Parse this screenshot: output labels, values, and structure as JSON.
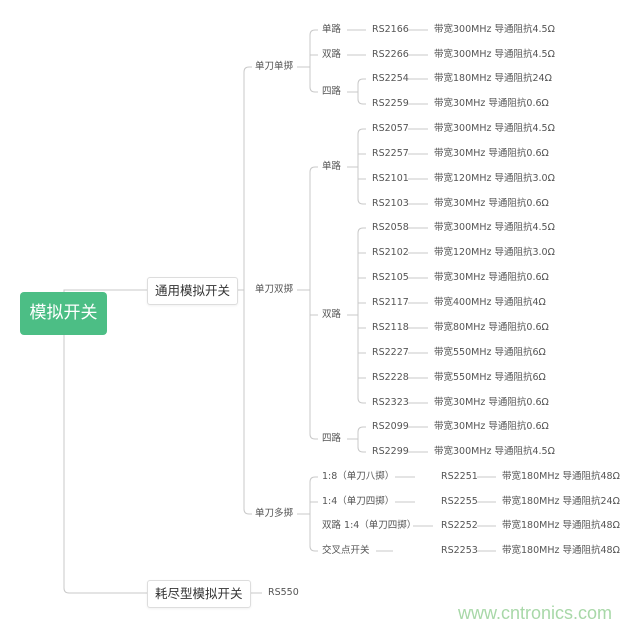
{
  "root": {
    "label": "模拟开关",
    "color": "#4cbe85"
  },
  "branches": [
    {
      "label": "通用模拟开关",
      "groups": [
        {
          "label": "单刀单掷",
          "subgroups": [
            {
              "label": "单路",
              "items": [
                {
                  "part": "RS2166",
                  "spec": "带宽300MHz 导通阻抗4.5Ω"
                }
              ]
            },
            {
              "label": "双路",
              "items": [
                {
                  "part": "RS2266",
                  "spec": "带宽300MHz 导通阻抗4.5Ω"
                }
              ]
            },
            {
              "label": "四路",
              "items": [
                {
                  "part": "RS2254",
                  "spec": "带宽180MHz 导通阻抗24Ω"
                },
                {
                  "part": "RS2259",
                  "spec": "带宽30MHz 导通阻抗0.6Ω"
                }
              ]
            }
          ]
        },
        {
          "label": "单刀双掷",
          "subgroups": [
            {
              "label": "单路",
              "items": [
                {
                  "part": "RS2057",
                  "spec": "带宽300MHz 导通阻抗4.5Ω"
                },
                {
                  "part": "RS2257",
                  "spec": "带宽30MHz 导通阻抗0.6Ω"
                },
                {
                  "part": "RS2101",
                  "spec": "带宽120MHz 导通阻抗3.0Ω"
                },
                {
                  "part": "RS2103",
                  "spec": "带宽30MHz 导通阻抗0.6Ω"
                }
              ]
            },
            {
              "label": "双路",
              "items": [
                {
                  "part": "RS2058",
                  "spec": "带宽300MHz 导通阻抗4.5Ω"
                },
                {
                  "part": "RS2102",
                  "spec": "带宽120MHz 导通阻抗3.0Ω"
                },
                {
                  "part": "RS2105",
                  "spec": "带宽30MHz 导通阻抗0.6Ω"
                },
                {
                  "part": "RS2117",
                  "spec": "带宽400MHz 导通阻抗4Ω"
                },
                {
                  "part": "RS2118",
                  "spec": "带宽80MHz 导通阻抗0.6Ω"
                },
                {
                  "part": "RS2227",
                  "spec": "带宽550MHz 导通阻抗6Ω"
                },
                {
                  "part": "RS2228",
                  "spec": "带宽550MHz 导通阻抗6Ω"
                },
                {
                  "part": "RS2323",
                  "spec": "带宽30MHz 导通阻抗0.6Ω"
                }
              ]
            },
            {
              "label": "四路",
              "items": [
                {
                  "part": "RS2099",
                  "spec": "带宽30MHz 导通阻抗0.6Ω"
                },
                {
                  "part": "RS2299",
                  "spec": "带宽300MHz 导通阻抗4.5Ω"
                }
              ]
            }
          ]
        },
        {
          "label": "单刀多掷",
          "subgroups": [
            {
              "label": "1:8（单刀八掷）",
              "items": [
                {
                  "part": "RS2251",
                  "spec": "带宽180MHz 导通阻抗48Ω"
                }
              ]
            },
            {
              "label": "1:4（单刀四掷）",
              "items": [
                {
                  "part": "RS2255",
                  "spec": "带宽180MHz 导通阻抗24Ω"
                }
              ]
            },
            {
              "label": "双路 1:4（单刀四掷）",
              "items": [
                {
                  "part": "RS2252",
                  "spec": "带宽180MHz 导通阻抗48Ω"
                }
              ]
            },
            {
              "label": "交叉点开关",
              "items": [
                {
                  "part": "RS2253",
                  "spec": "带宽180MHz 导通阻抗48Ω"
                }
              ]
            }
          ]
        }
      ]
    },
    {
      "label": "耗尽型模拟开关",
      "items": [
        {
          "part": "RS550"
        }
      ]
    }
  ],
  "watermark": "www.cntronics.com"
}
